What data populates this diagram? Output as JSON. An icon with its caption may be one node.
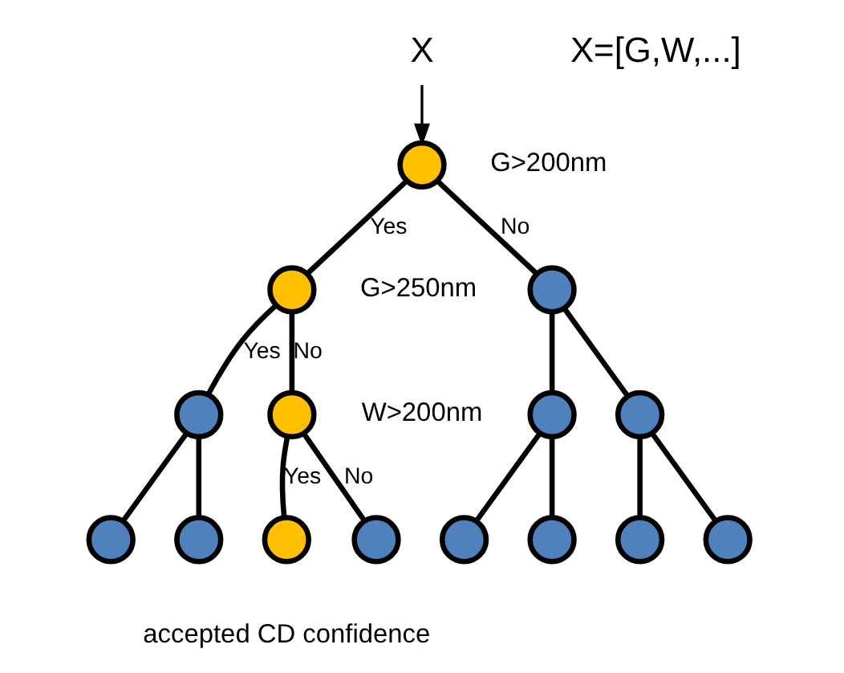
{
  "diagram": {
    "nodes": [
      {
        "text": [
          "X"
        ]
      },
      {
        "text": [],
        "shape": "circle",
        "beside": [
          "G>200nm"
        ]
      },
      {
        "text": [],
        "shape": "circle",
        "beside": [
          "G>250nm"
        ]
      },
      {
        "text": [],
        "shape": "circle"
      },
      {
        "text": [],
        "shape": "circle"
      },
      {
        "text": [],
        "shape": "circle",
        "beside": [
          "W>200nm"
        ]
      },
      {
        "text": [],
        "shape": "circle"
      },
      {
        "text": [],
        "shape": "circle"
      },
      {
        "text": [],
        "shape": "circle"
      },
      {
        "text": [],
        "shape": "circle"
      },
      {
        "text": [],
        "shape": "circle",
        "beside": [
          "accepted CD confidence"
        ]
      },
      {
        "text": [],
        "shape": "circle"
      },
      {
        "text": [],
        "shape": "circle"
      },
      {
        "text": [],
        "shape": "circle"
      },
      {
        "text": [],
        "shape": "circle"
      },
      {
        "text": [],
        "shape": "circle"
      }
    ],
    "edges": [
      {
        "from": 0,
        "to": 1,
        "arrow": "to"
      },
      {
        "from": 1,
        "to": 2,
        "arrow": "none",
        "label": "Yes"
      },
      {
        "from": 1,
        "to": 3,
        "arrow": "none",
        "label": "No"
      },
      {
        "from": 2,
        "to": 4,
        "arrow": "none",
        "label": "Yes"
      },
      {
        "from": 2,
        "to": 5,
        "arrow": "none",
        "label": "No"
      },
      {
        "from": 3,
        "to": 6,
        "arrow": "none"
      },
      {
        "from": 3,
        "to": 7,
        "arrow": "none"
      },
      {
        "from": 4,
        "to": 8,
        "arrow": "none"
      },
      {
        "from": 4,
        "to": 9,
        "arrow": "none"
      },
      {
        "from": 5,
        "to": 10,
        "arrow": "none",
        "label": "Yes"
      },
      {
        "from": 5,
        "to": 11,
        "arrow": "none",
        "label": "No"
      },
      {
        "from": 6,
        "to": 12,
        "arrow": "none"
      },
      {
        "from": 6,
        "to": 13,
        "arrow": "none"
      },
      {
        "from": 7,
        "to": 14,
        "arrow": "none"
      },
      {
        "from": 7,
        "to": 15,
        "arrow": "none"
      }
    ],
    "labels": [
      "X=[G,W,...]"
    ]
  }
}
